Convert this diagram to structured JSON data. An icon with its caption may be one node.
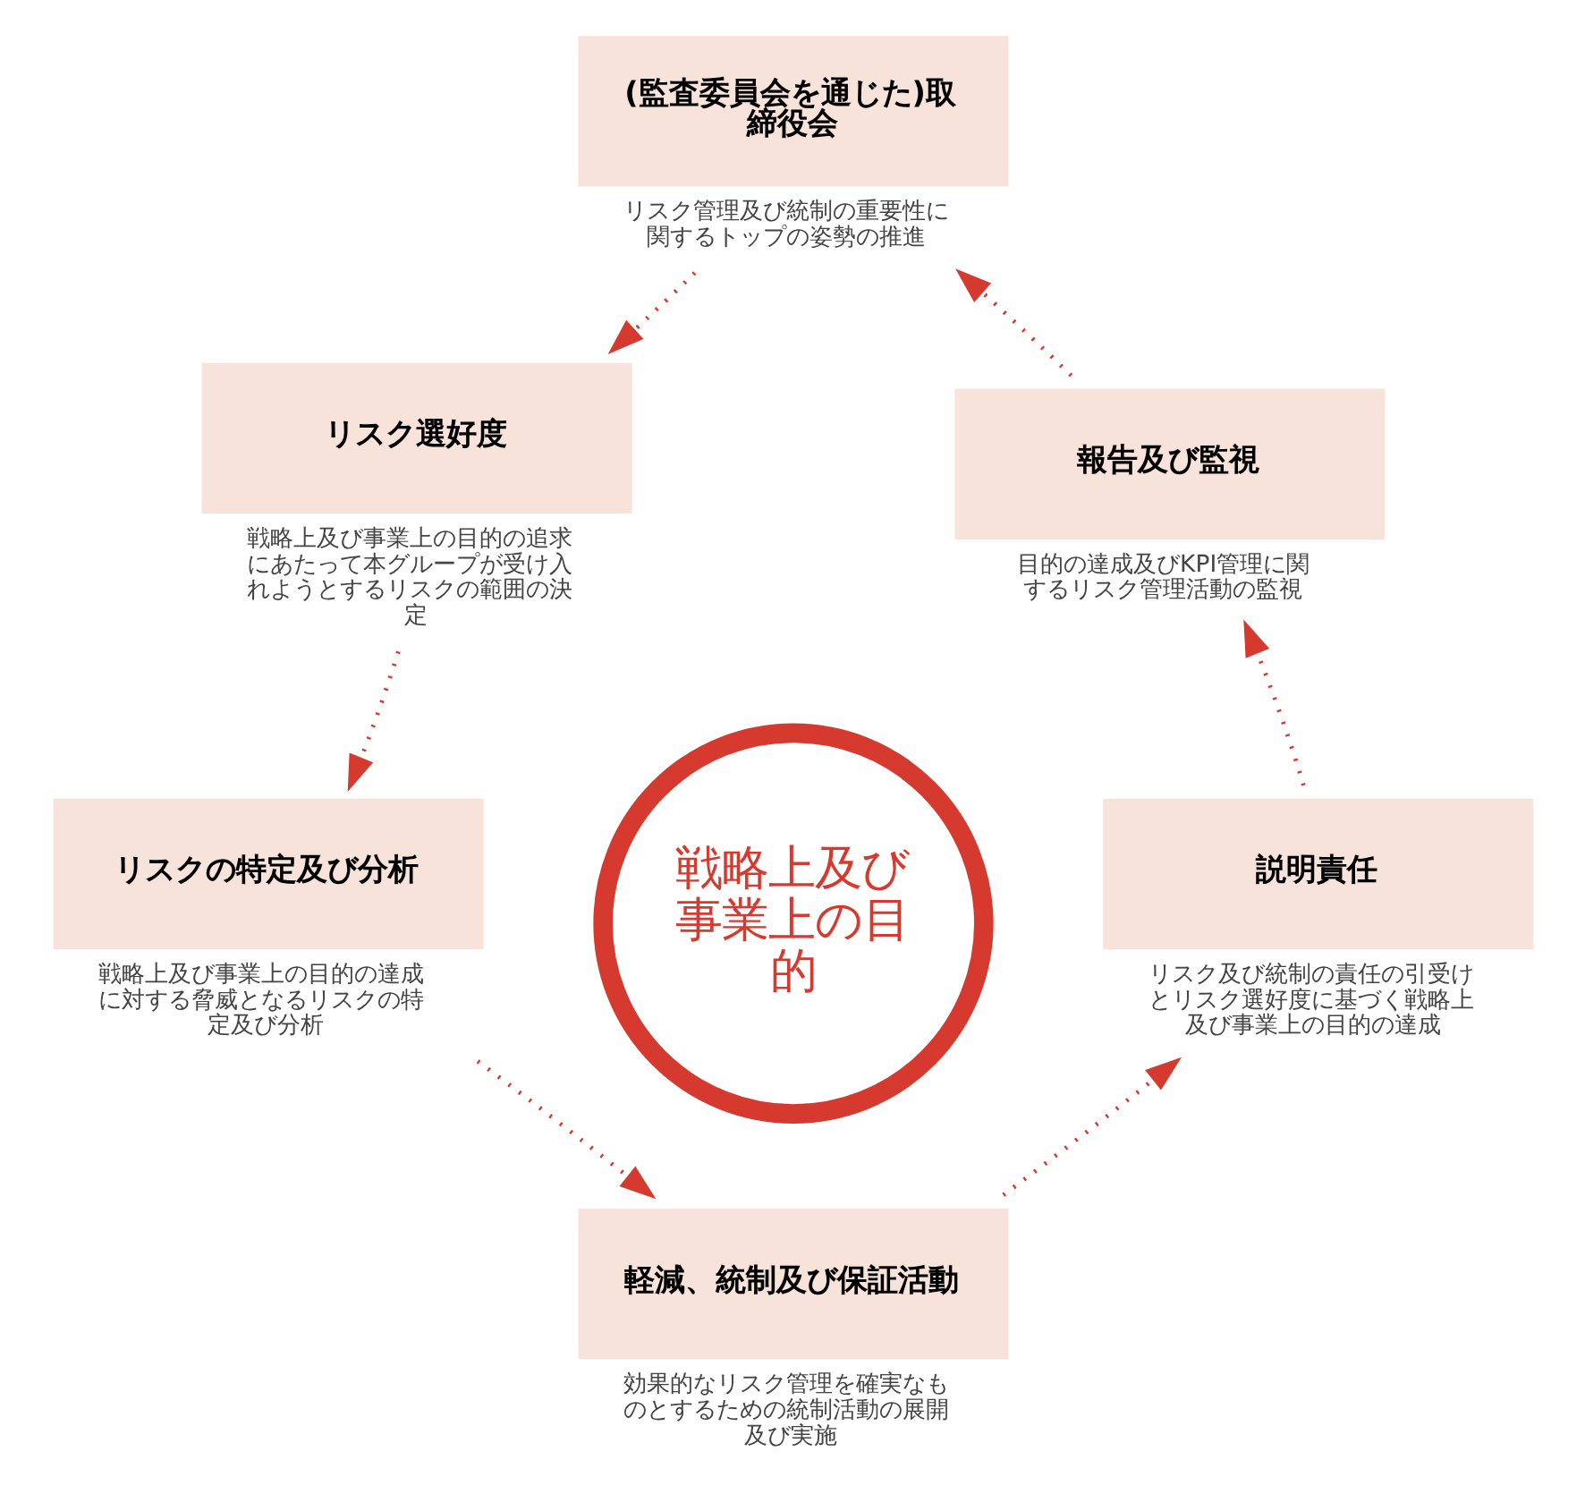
{
  "diagram": {
    "nodes": [
      {
        "text": [
          "(監査委員会を通じた)取締役会"
        ],
        "beside": [
          "リスク管理及び統制の重要性に関するトップの姿勢の推進"
        ]
      },
      {
        "text": [
          "リスク選好度"
        ],
        "beside": [
          "戦略上及び事業上の目的の追求にあたって本グループが受け入れようとするリスクの範囲の決定"
        ]
      },
      {
        "text": [
          "リスクの特定及び分析"
        ],
        "beside": [
          "戦略上及び事業上の目的の達成に対する脅威となるリスクの特定及び分析"
        ]
      },
      {
        "text": [
          "軽減、統制及び保証活動"
        ],
        "beside": [
          "効果的なリスク管理を確実なものとするための統制活動の展開及び実施"
        ]
      },
      {
        "text": [
          "説明責任"
        ],
        "beside": [
          "リスク及び統制の責任の引受けとリスク選好度に基づく戦略上及び事業上の目的の達成"
        ]
      },
      {
        "text": [
          "報告及び監視"
        ],
        "beside": [
          "目的の達成及びKPI管理に関するリスク管理活動の監視"
        ]
      },
      {
        "text": [
          "戦略上及び事業上の目的"
        ]
      }
    ],
    "edges": [
      {
        "from": 0,
        "to": 1,
        "arrow": "to",
        "style": "dashed"
      },
      {
        "from": 1,
        "to": 2,
        "arrow": "to",
        "style": "dashed"
      },
      {
        "from": 2,
        "to": 3,
        "arrow": "to",
        "style": "dashed"
      },
      {
        "from": 3,
        "to": 4,
        "arrow": "to",
        "style": "dashed"
      },
      {
        "from": 4,
        "to": 5,
        "arrow": "to",
        "style": "dashed"
      },
      {
        "from": 5,
        "to": 0,
        "arrow": "to",
        "style": "dashed"
      }
    ]
  }
}
